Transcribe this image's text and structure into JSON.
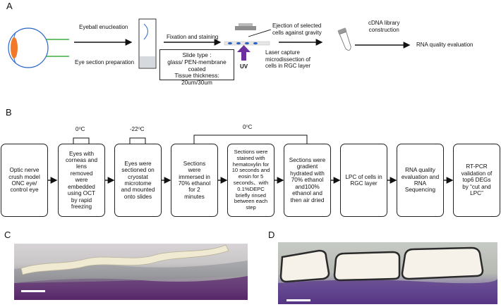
{
  "panels": {
    "a": "A",
    "b": "B",
    "c": "C",
    "d": "D"
  },
  "workflow_a": {
    "eyeball_enucleation": "Eyeball enucleation",
    "eye_section_preparation": "Eye section preparation",
    "fixation_staining": "Fixation and staining",
    "slide_info": "Slide type :\nglass/ PEN-membrane coated\nTissue thickness:\n20um/30um",
    "uv": "UV",
    "ejection": "Ejection of selected\ncells against gravity",
    "laser_capture": "Laser capture\nmicrodissection of\ncells in RGC layer",
    "cdna": "cDNA library\nconstruction",
    "rna_quality": "RNA quality evaluation"
  },
  "workflow_b": {
    "temp_0_left": "0⁰C",
    "temp_minus22": "-22⁰C",
    "temp_0_bracket": "0⁰C",
    "steps": [
      "Optic nerve\ncrush model\nONC eye/\ncontrol eye",
      "Eyes with\ncorneas and\nlens\nremoved\nwere\nembedded\nusing OCT\nby rapid\nfreezing",
      "Eyes were\nsectioned on\ncryostat\nmicrotome\nand mounted\nonto slides",
      "Sections\nwere\nimmersed in\n70% ethanol\nfor 2\nminutes",
      "Sections were\nstained with\nhematoxylin for\n10 seconds and\neosin for 5\nseconds、with\n0.1%DEPC\nbriefly rinsed\nbetween each\nstep",
      "Sections were\ngradient\nhydrated with\n70% ethanol\nand100%\nethanol and\nthen air dried",
      "LPC of cells in\nRGC layer",
      "RNA quality\nevaluation and\nRNA\nSequencing",
      "RT-PCR\nvalidation of\ntop6 DEGs\nby “cut and\nLPC”"
    ]
  },
  "colors": {
    "uv_arrow": "#6b2fa0",
    "lens": "#f07a2a",
    "eye_outline": "#2a66c8",
    "optic_nerve": "#3cb043",
    "slide_dots": "#2a5fc0",
    "tissue_purple": "#6b3a8a",
    "cell_band": "#f1ead2"
  },
  "icons": [
    "eye-diagram-icon",
    "slide-icon",
    "microscope-stage-icon",
    "uv-arrow-icon",
    "tube-icon"
  ]
}
